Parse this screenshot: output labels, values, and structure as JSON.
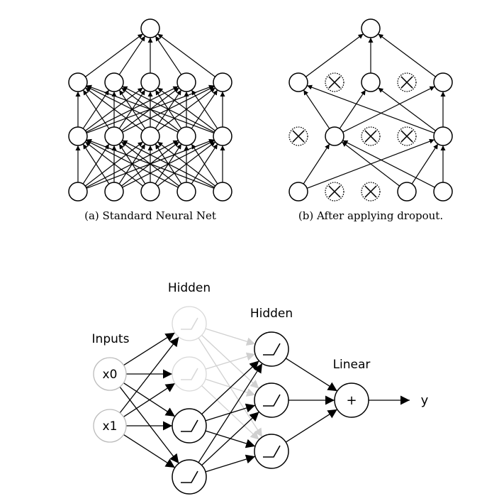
{
  "figure_top": {
    "caption_a": "(a) Standard Neural Net",
    "caption_b": "(b) After applying dropout."
  },
  "figure_bottom": {
    "label_inputs": "Inputs",
    "label_hidden1": "Hidden",
    "label_hidden2": "Hidden",
    "label_linear": "Linear",
    "input_x0": "x0",
    "input_x1": "x1",
    "sum_symbol": "+",
    "output_label": "y"
  },
  "colors": {
    "stroke": "#000000",
    "dropped_faded": "#c8c8c8",
    "input_node_stroke": "#bbbbbb"
  }
}
